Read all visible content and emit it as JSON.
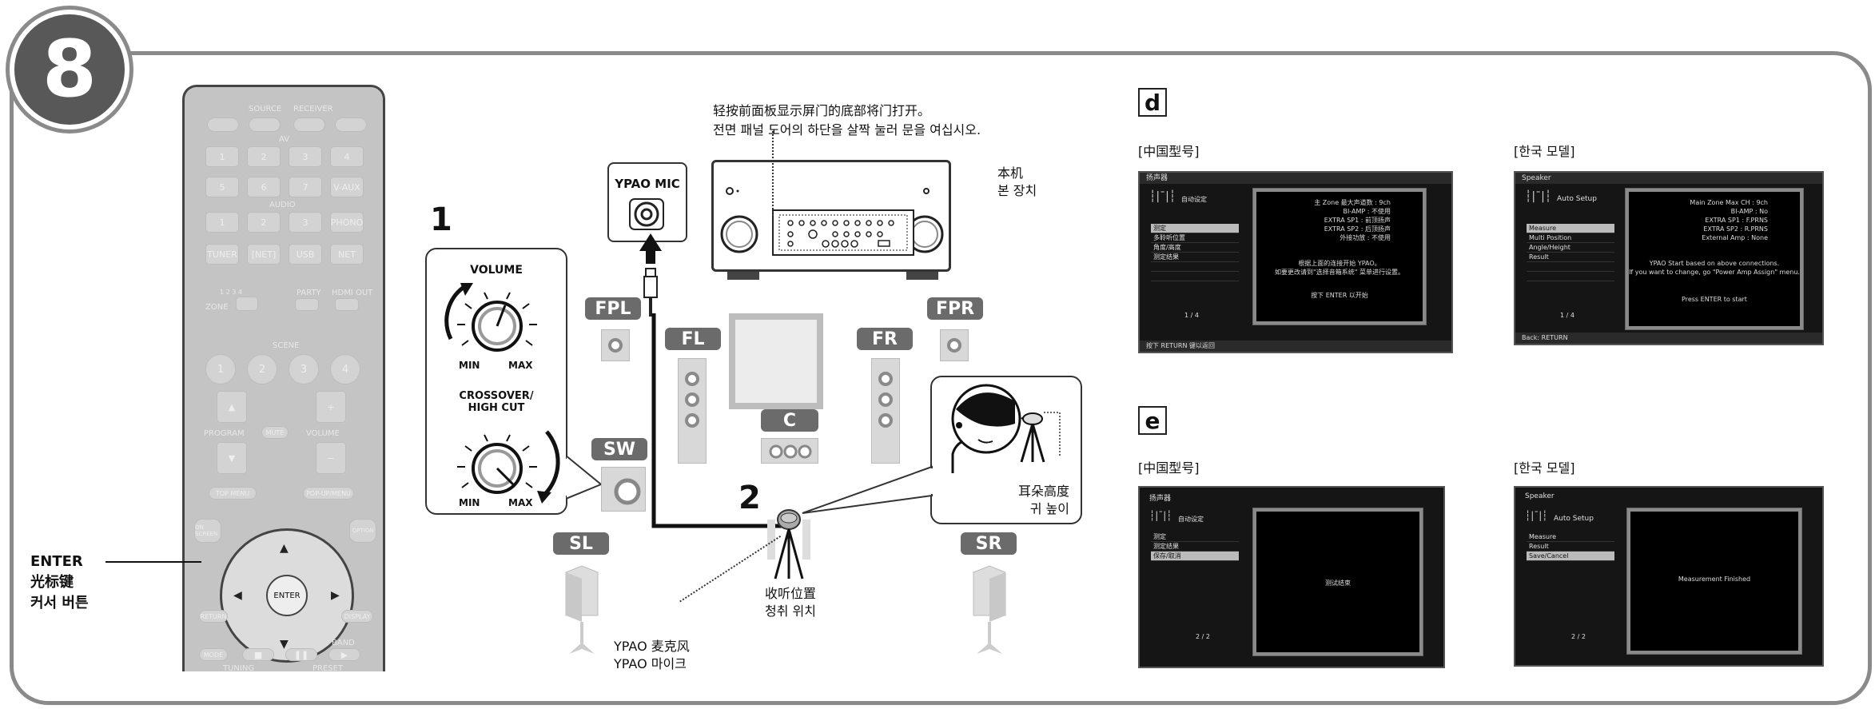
{
  "step": "8",
  "remote": {
    "labels": {
      "source": "SOURCE",
      "receiver": "RECEIVER",
      "av": "AV",
      "audio": "AUDIO",
      "scene": "SCENE",
      "program": "PROGRAM",
      "mute": "MUTE",
      "volume": "VOLUME",
      "band": "BAND",
      "tuning": "TUNING",
      "preset": "PRESET",
      "zone": "ZONE",
      "party": "PARTY",
      "hdmi_out": "HDMI OUT"
    },
    "av_row1": [
      "1",
      "2",
      "3",
      "4"
    ],
    "av_row2": [
      "5",
      "6",
      "7",
      "V-AUX"
    ],
    "audio_row": [
      "1",
      "2",
      "3",
      "PHONO"
    ],
    "source_row": [
      "TUNER",
      "[NET]",
      "USB",
      "NET"
    ],
    "scene_buttons": [
      "1",
      "2",
      "3",
      "4"
    ],
    "top_menu": "TOP MENU",
    "popup_menu": "POP-UP/MENU",
    "on_screen": "ON SCREEN",
    "option": "OPTION",
    "return": "RETURN",
    "display": "DISPLAY",
    "enter": "ENTER",
    "mode": "MODE",
    "zone_nums": "1 2 3 4"
  },
  "enter_callout": {
    "line1": "ENTER",
    "line2": "光标键",
    "line3": "커서 버튼"
  },
  "front_panel_note": {
    "zh": "轻按前面板显示屏门的底部将门打开。",
    "ko": "전면 패널 도어의 하단을 살짝 눌러 문을 여십시오."
  },
  "main_unit": {
    "zh": "本机",
    "ko": "본 장치"
  },
  "ypao_mic_label": "YPAO MIC",
  "step1": "1",
  "step2": "2",
  "volume_knob": {
    "title": "VOLUME",
    "min": "MIN",
    "max": "MAX"
  },
  "crossover_knob": {
    "title_line1": "CROSSOVER/",
    "title_line2": "HIGH CUT",
    "min": "MIN",
    "max": "MAX"
  },
  "channels": {
    "fpl": "FPL",
    "fpr": "FPR",
    "fl": "FL",
    "fr": "FR",
    "c": "C",
    "sw": "SW",
    "sl": "SL",
    "sr": "SR"
  },
  "ear_height": {
    "zh": "耳朵高度",
    "ko": "귀 높이"
  },
  "listening_position": {
    "zh": "收听位置",
    "ko": "청취 위치"
  },
  "ypao_mic_caption": {
    "zh": "YPAO 麦克风",
    "ko": "YPAO 마이크"
  },
  "section_d": {
    "letter": "d",
    "left_label": "[中国型号]",
    "right_label": "[한국 모델]",
    "cn_screen": {
      "topbar": "扬声器",
      "title": "自动设定",
      "menu": [
        "测定",
        "多聆听位置",
        "角度/高度",
        "测定结果"
      ],
      "lines": [
        "主 Zone 最大声道数 : 9ch",
        "BI-AMP : 不使用",
        "EXTRA SP1 : 前顶扬声",
        "EXTRA SP2 : 后顶扬声",
        "外接功放 : 不使用"
      ],
      "msg1": "根据上面的连接开始 YPAO。",
      "msg2": "如要更改请到\"选择音箱系统\" 菜单进行设置。",
      "msg3": "按下 ENTER 以开始",
      "page": "1 / 4",
      "bottombar": "按下 RETURN 键以返回"
    },
    "ko_screen": {
      "topbar": "Speaker",
      "title": "Auto Setup",
      "menu": [
        "Measure",
        "Multi Position",
        "Angle/Height",
        "Result"
      ],
      "lines": [
        "Main Zone Max CH : 9ch",
        "BI-AMP : No",
        "EXTRA SP1 : F.PRNS",
        "EXTRA SP2 : R.PRNS",
        "External Amp : None"
      ],
      "msg1": "YPAO Start based on above connections.",
      "msg2": "If you want to change, go \"Power Amp Assign\" menu.",
      "msg3": "Press ENTER to start",
      "page": "1 / 4",
      "bottombar": "Back: RETURN"
    }
  },
  "section_e": {
    "letter": "e",
    "left_label": "[中国型号]",
    "right_label": "[한국 모델]",
    "cn_screen": {
      "topbar": "扬声器",
      "title": "自动设定",
      "menu": [
        "测定",
        "测定结果",
        "保存/取消"
      ],
      "msg": "测试结束",
      "page": "2 / 2"
    },
    "ko_screen": {
      "topbar": "Speaker",
      "title": "Auto Setup",
      "menu": [
        "Measure",
        "Result",
        "Save/Cancel"
      ],
      "msg": "Measurement Finished",
      "page": "2 / 2"
    }
  }
}
